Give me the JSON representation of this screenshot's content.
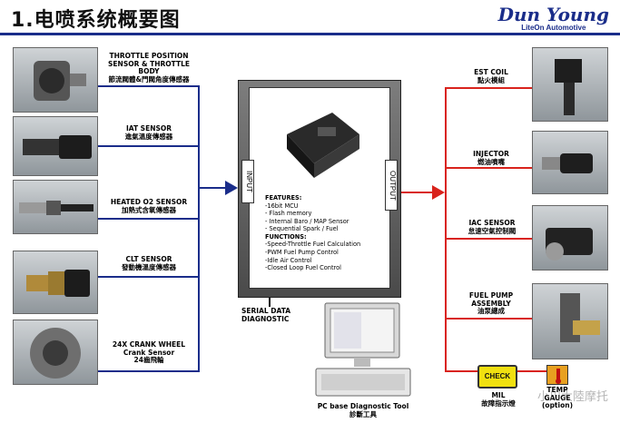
{
  "header": {
    "title": "1.电喷系统概要图",
    "brand_name": "Dun Young",
    "brand_sub": "LiteOn Automotive"
  },
  "inputs": [
    {
      "label": "THROTTLE POSITION SENSOR & THROTTLE BODY",
      "label_cn": "節流閥體&門閥角度傳感器"
    },
    {
      "label": "IAT SENSOR",
      "label_cn": "進氣溫度傳感器"
    },
    {
      "label": "HEATED O2 SENSOR",
      "label_cn": "加熱式含氧傳感器"
    },
    {
      "label": "CLT SENSOR",
      "label_cn": "發動機溫度傳感器"
    },
    {
      "label": "24X CRANK WHEEL",
      "label_cn": "Crank Sensor",
      "label_cn2": "24齒飛輪"
    }
  ],
  "ecu": {
    "title": "ECU控制單元",
    "input_label": "INPUT",
    "output_label": "OUTPUT",
    "features_title": "FEATURES:",
    "features": [
      "-16bit MCU",
      " - Flash memory",
      " - Internal Baro / MAP Sensor",
      " - Sequential Spark / Fuel"
    ],
    "functions_title": "FUNCTIONS:",
    "functions": [
      "-Speed-Throttle Fuel Calculation",
      "-PWM Fuel Pump Control",
      "-Idle Air Control",
      "-Closed Loop Fuel Control"
    ]
  },
  "serial": {
    "label": "SERIAL DATA",
    "label2": "DIAGNOSTIC"
  },
  "pc_tool": {
    "label": "PC base Diagnostic Tool",
    "label_cn": "診斷工具"
  },
  "outputs": [
    {
      "label": "EST COIL",
      "label_cn": "點火模組"
    },
    {
      "label": "INJECTOR",
      "label_cn": "燃油噴嘴"
    },
    {
      "label": "IAC SENSOR",
      "label_cn": "怠速空氣控制閥"
    },
    {
      "label": "FUEL PUMP",
      "label2": "ASSEMBLY",
      "label_cn": "油泵總成"
    }
  ],
  "mil": {
    "badge": "CHECK",
    "label": "MIL",
    "label_cn": "故障指示燈"
  },
  "gauge": {
    "label": "TEMP",
    "label2": "GAUGE",
    "label3": "(option)"
  },
  "watermark": "小川大陸摩托",
  "colors": {
    "input_line": "#1a2d8a",
    "output_line": "#d9231c",
    "ecu_frame": "#5a5a5a"
  }
}
